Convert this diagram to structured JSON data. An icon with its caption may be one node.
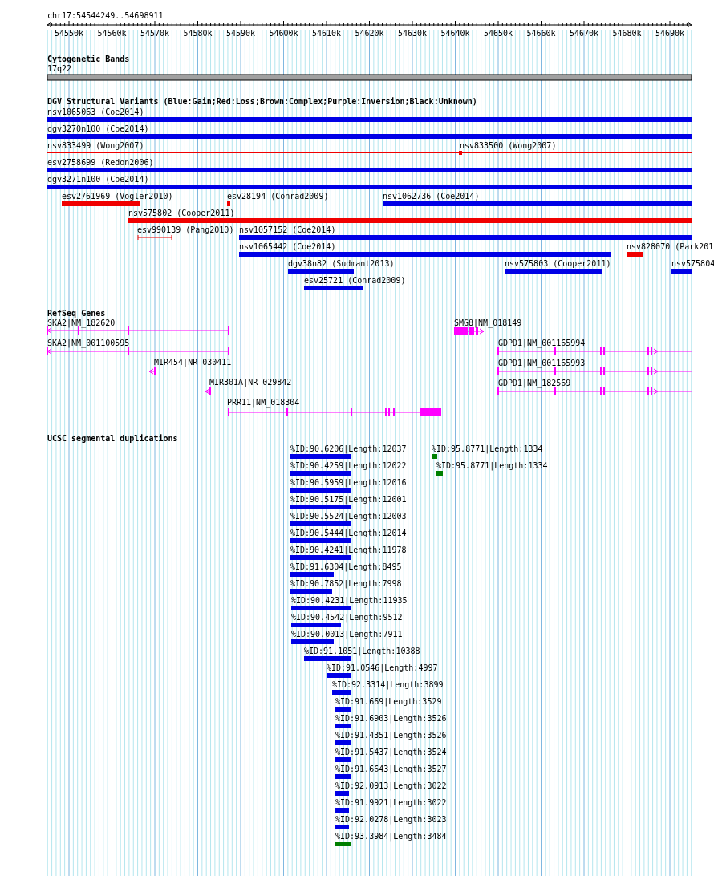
{
  "diagram": {
    "labels": [
      "chr17:54544249..54698911",
      "54550k",
      "54560k",
      "54570k",
      "54580k",
      "54590k",
      "54600k",
      "54610k",
      "54620k",
      "54630k",
      "54640k",
      "54650k",
      "54660k",
      "54670k",
      "54680k",
      "54690k",
      "Cytogenetic Bands",
      "17q22",
      "DGV Structural Variants (Blue:Gain;Red:Loss;Brown:Complex;Purple:Inversion;Black:Unknown)",
      "nsv1065063 (Coe2014)",
      "dgv3270n100 (Coe2014)",
      "nsv833499 (Wong2007)",
      "nsv833500 (Wong2007)",
      "esv2758699 (Redon2006)",
      "dgv3271n100 (Coe2014)",
      "esv2761969 (Vogler2010)",
      "esv28194 (Conrad2009)",
      "nsv1062736 (Coe2014)",
      "nsv575802 (Cooper2011)",
      "esv990139 (Pang2010)",
      "nsv1057152 (Coe2014)",
      "nsv1065442 (Coe2014)",
      "nsv828070 (Park201",
      "dgv38n82 (Sudmant2013)",
      "nsv575803 (Cooper2011)",
      "nsv575804",
      "esv25721 (Conrad2009)",
      "RefSeq Genes",
      "SKA2|NM_182620",
      "SMG8|NM_018149",
      "SKA2|NM_001100595",
      "GDPD1|NM_001165994",
      "MIR454|NR_030411",
      "GDPD1|NM_001165993",
      "MIR301A|NR_029842",
      "GDPD1|NM_182569",
      "PRR11|NM_018304",
      "UCSC segmental duplications",
      "%ID:90.6206|Length:12037",
      "%ID:95.8771|Length:1334",
      "%ID:90.4259|Length:12022",
      "%ID:95.8771|Length:1334",
      "%ID:90.5959|Length:12016",
      "%ID:90.5175|Length:12001",
      "%ID:90.5524|Length:12003",
      "%ID:90.5444|Length:12014",
      "%ID:90.4241|Length:11978",
      "%ID:91.6304|Length:8495",
      "%ID:90.7852|Length:7998",
      "%ID:90.4231|Length:11935",
      "%ID:90.4542|Length:9512",
      "%ID:90.0013|Length:7911",
      "%ID:91.1051|Length:10388",
      "%ID:91.0546|Length:4997",
      "%ID:92.3314|Length:3899",
      "%ID:91.669|Length:3529",
      "%ID:91.6903|Length:3526",
      "%ID:91.4351|Length:3526",
      "%ID:91.5437|Length:3524",
      "%ID:91.6643|Length:3527",
      "%ID:92.0913|Length:3022",
      "%ID:91.9921|Length:3022",
      "%ID:92.0278|Length:3023",
      "%ID:93.3984|Length:3484"
    ]
  }
}
